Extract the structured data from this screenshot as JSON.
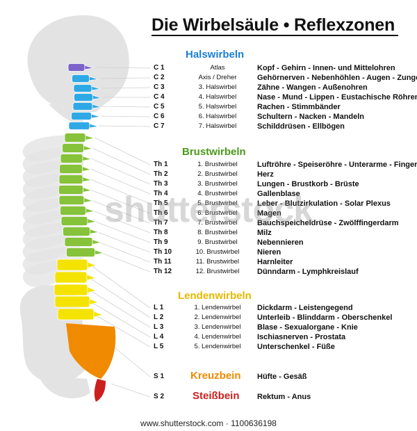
{
  "title": "Die Wirbelsäule • Reflexzonen",
  "sections": {
    "hals": {
      "label": "Halswirbeln",
      "color": "#1a7fd4"
    },
    "brust": {
      "label": "Brustwirbeln",
      "color": "#4a9a1a"
    },
    "lenden": {
      "label": "Lendenwirbeln",
      "color": "#e6b800"
    },
    "kreuz": {
      "label": "Kreuzbein",
      "color": "#f08a00"
    },
    "steiss": {
      "label": "Steißbein",
      "color": "#cc1f1f"
    }
  },
  "rows": [
    {
      "code": "C 1",
      "name": "Atlas",
      "effect": "Kopf - Gehirn - Innen- und Mittelohren"
    },
    {
      "code": "C 2",
      "name": "Axis / Dreher",
      "effect": "Gehörnerven - Nebenhöhlen - Augen - Zunge"
    },
    {
      "code": "C 3",
      "name": "3. Halswirbel",
      "effect": "Zähne - Wangen - Außenohren"
    },
    {
      "code": "C 4",
      "name": "4. Halswirbel",
      "effect": "Nase - Mund - Lippen - Eustachische Röhren"
    },
    {
      "code": "C 5",
      "name": "5. Halswirbel",
      "effect": "Rachen - Stimmbänder"
    },
    {
      "code": "C 6",
      "name": "6. Halswirbel",
      "effect": "Schultern - Nacken - Mandeln"
    },
    {
      "code": "C 7",
      "name": "7. Halswirbel",
      "effect": "Schilddrüsen - Ellbögen"
    },
    {
      "code": "Th 1",
      "name": "1. Brustwirbel",
      "effect": "Luftröhre - Speiseröhre - Unterarme - Finger"
    },
    {
      "code": "Th 2",
      "name": "2. Brustwirbel",
      "effect": "Herz"
    },
    {
      "code": "Th 3",
      "name": "3. Brustwirbel",
      "effect": "Lungen - Brustkorb - Brüste"
    },
    {
      "code": "Th 4",
      "name": "4. Brustwirbel",
      "effect": "Gallenblase"
    },
    {
      "code": "Th 5",
      "name": "5. Brustwirbel",
      "effect": "Leber - Blutzirkulation - Solar Plexus"
    },
    {
      "code": "Th 6",
      "name": "6. Brustwirbel",
      "effect": "Magen"
    },
    {
      "code": "Th 7",
      "name": "7. Brustwirbel",
      "effect": "Bauchspeicheldrüse - Zwölffingerdarm"
    },
    {
      "code": "Th 8",
      "name": "8. Brustwirbel",
      "effect": "Milz"
    },
    {
      "code": "Th 9",
      "name": "9. Brustwirbel",
      "effect": "Nebennieren"
    },
    {
      "code": "Th 10",
      "name": "10. Brustwirbel",
      "effect": "Nieren"
    },
    {
      "code": "Th 11",
      "name": "11. Brustwirbel",
      "effect": "Harnleiter"
    },
    {
      "code": "Th 12",
      "name": "12. Brustwirbel",
      "effect": "Dünndarm - Lymphkreislauf"
    },
    {
      "code": "L 1",
      "name": "1. Lendenwirbel",
      "effect": "Dickdarm - Leistengegend"
    },
    {
      "code": "L 2",
      "name": "2. Lendenwirbel",
      "effect": "Unterleib - Blinddarm - Oberschenkel"
    },
    {
      "code": "L 3",
      "name": "3. Lendenwirbel",
      "effect": "Blase - Sexualorgane - Knie"
    },
    {
      "code": "L 4",
      "name": "4. Lendenwirbel",
      "effect": "Ischiasnerven - Prostata"
    },
    {
      "code": "L 5",
      "name": "5. Lendenwirbel",
      "effect": "Unterschenkel - Füße"
    },
    {
      "code": "S 1",
      "name": "",
      "effect": "Hüfte - Gesäß"
    },
    {
      "code": "S 2",
      "name": "",
      "effect": "Rektum - Anus"
    }
  ],
  "spine_colors": {
    "c1": "#7b63c9",
    "cervical": "#2fa9e6",
    "thoracic": "#86c23a",
    "lumbar": "#f4e300",
    "sacrum": "#f08a00",
    "coccyx": "#cc1f1f",
    "skeleton": "#e3e3e3"
  },
  "watermark": "shutterstock",
  "footer": "www.shutterstock.com · 1100636198"
}
